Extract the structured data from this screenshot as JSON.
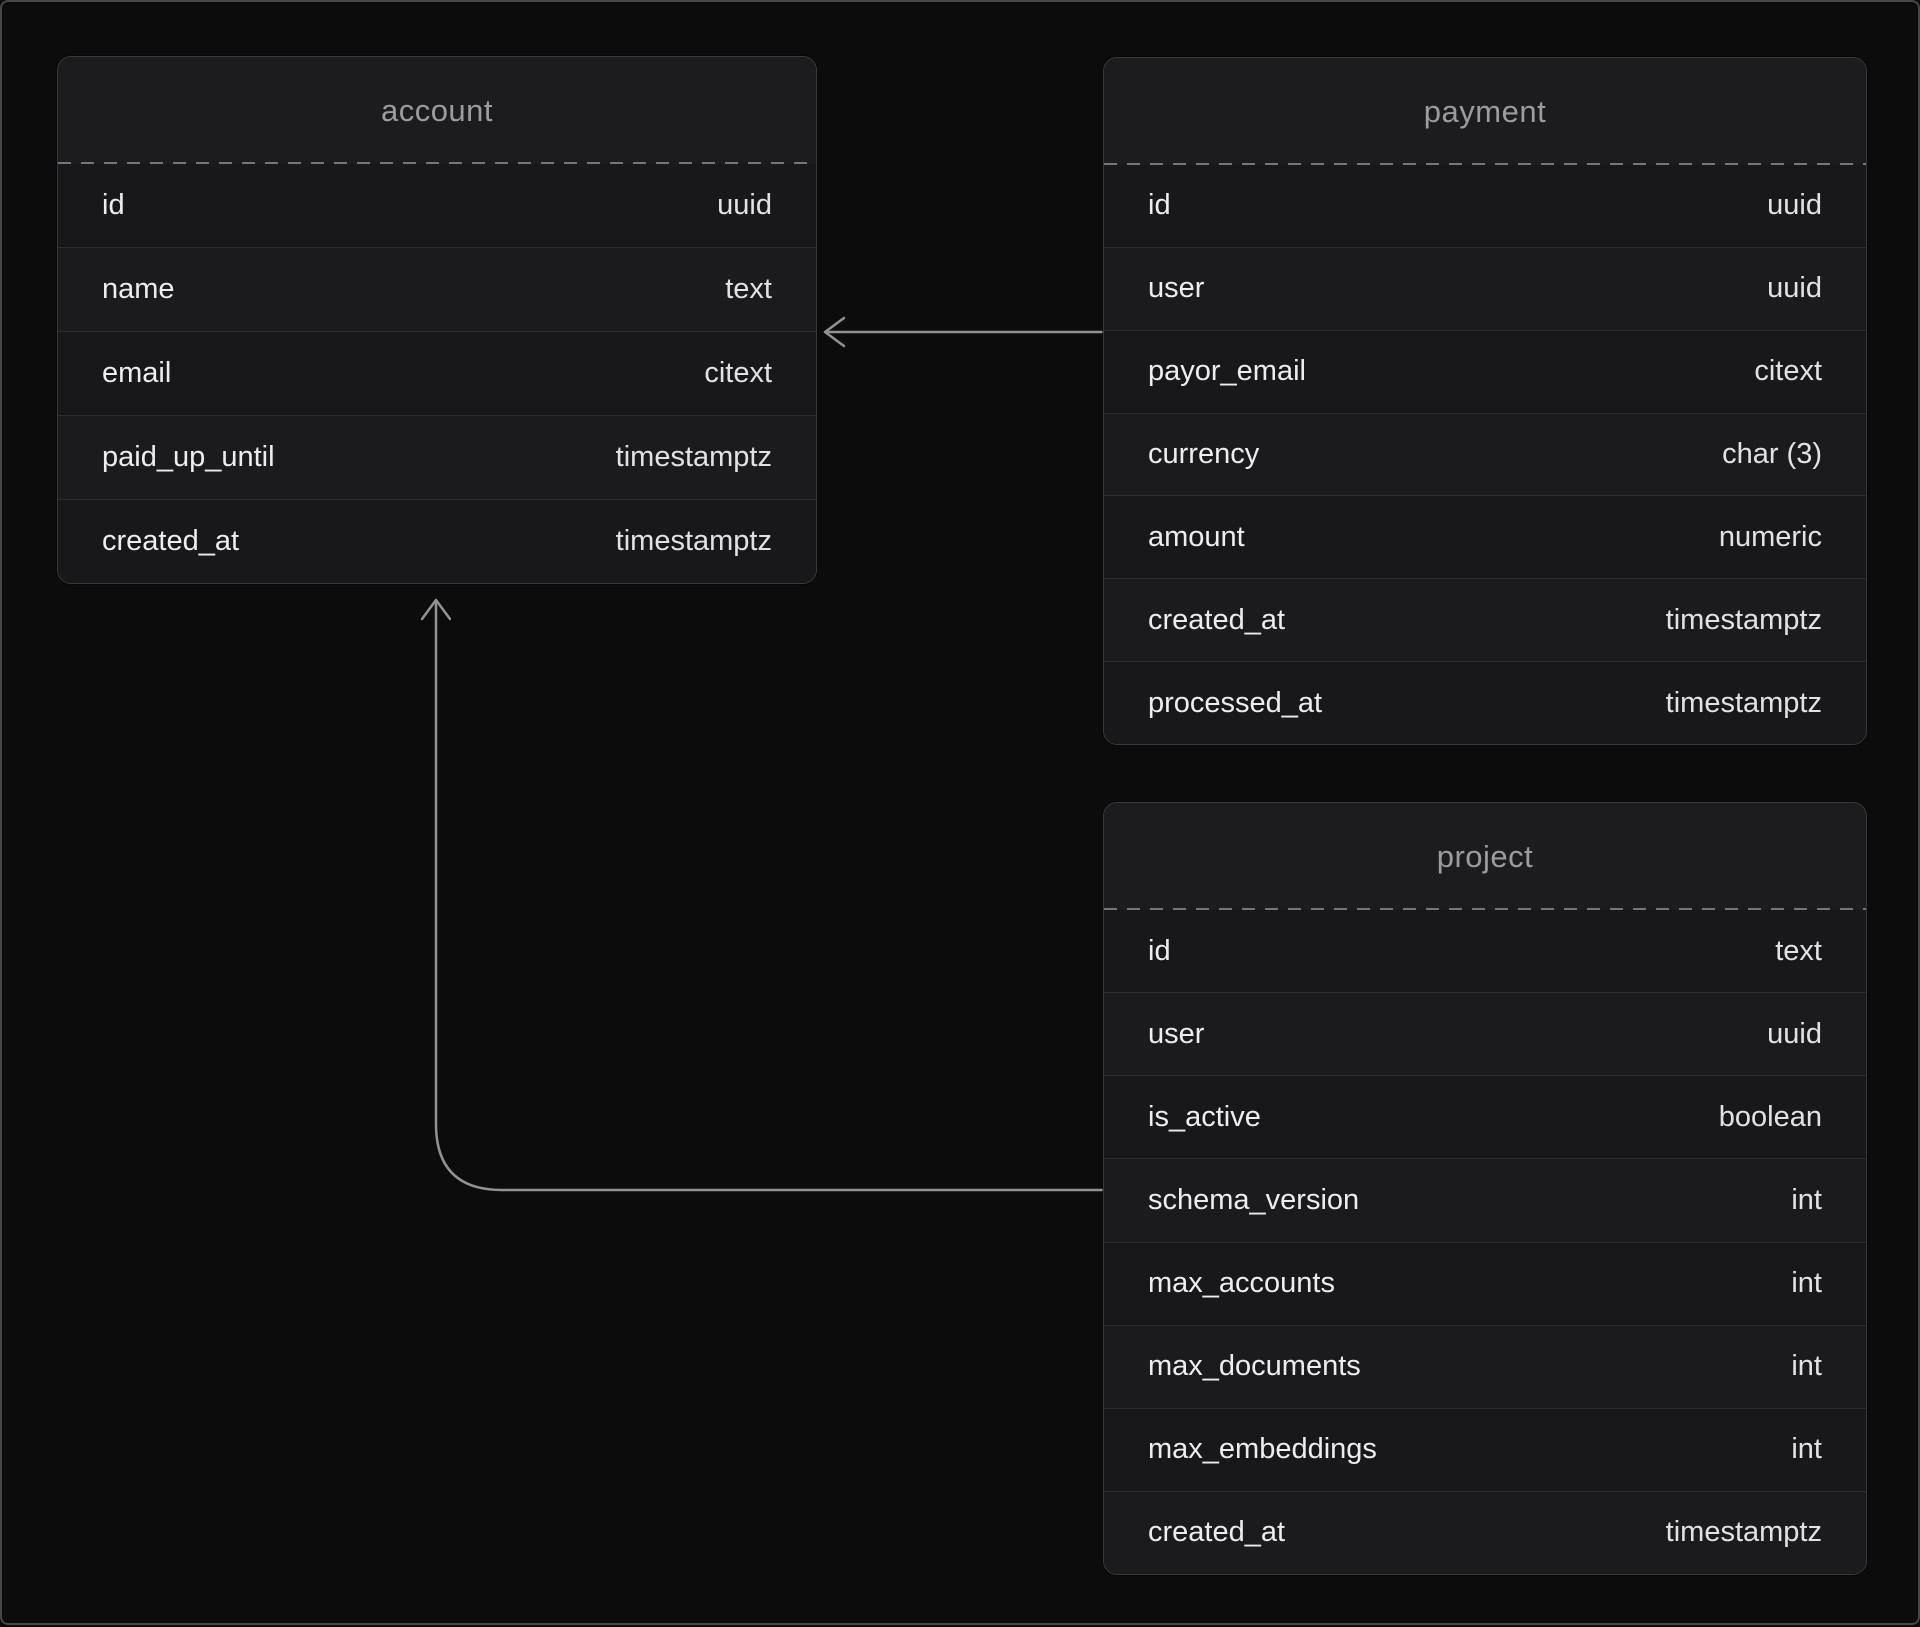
{
  "diagram": {
    "tables": {
      "account": {
        "title": "account",
        "columns": [
          {
            "name": "id",
            "type": "uuid"
          },
          {
            "name": "name",
            "type": "text"
          },
          {
            "name": "email",
            "type": "citext"
          },
          {
            "name": "paid_up_until",
            "type": "timestamptz"
          },
          {
            "name": "created_at",
            "type": "timestamptz"
          }
        ]
      },
      "payment": {
        "title": "payment",
        "columns": [
          {
            "name": "id",
            "type": "uuid"
          },
          {
            "name": "user",
            "type": "uuid"
          },
          {
            "name": "payor_email",
            "type": "citext"
          },
          {
            "name": "currency",
            "type": "char (3)"
          },
          {
            "name": "amount",
            "type": "numeric"
          },
          {
            "name": "created_at",
            "type": "timestamptz"
          },
          {
            "name": "processed_at",
            "type": "timestamptz"
          }
        ]
      },
      "project": {
        "title": "project",
        "columns": [
          {
            "name": "id",
            "type": "text"
          },
          {
            "name": "user",
            "type": "uuid"
          },
          {
            "name": "is_active",
            "type": "boolean"
          },
          {
            "name": "schema_version",
            "type": "int"
          },
          {
            "name": "max_accounts",
            "type": "int"
          },
          {
            "name": "max_documents",
            "type": "int"
          },
          {
            "name": "max_embeddings",
            "type": "int"
          },
          {
            "name": "created_at",
            "type": "timestamptz"
          }
        ]
      }
    },
    "relationships": [
      {
        "from": "payment",
        "to": "account"
      },
      {
        "from": "project",
        "to": "account"
      }
    ],
    "colors": {
      "background": "#0c0c0d",
      "node_background": "#19191b",
      "node_border": "#3a3a3e",
      "header_text": "#9b9ba1",
      "row_text": "#e9e9eb",
      "arrow": "#929296"
    }
  }
}
